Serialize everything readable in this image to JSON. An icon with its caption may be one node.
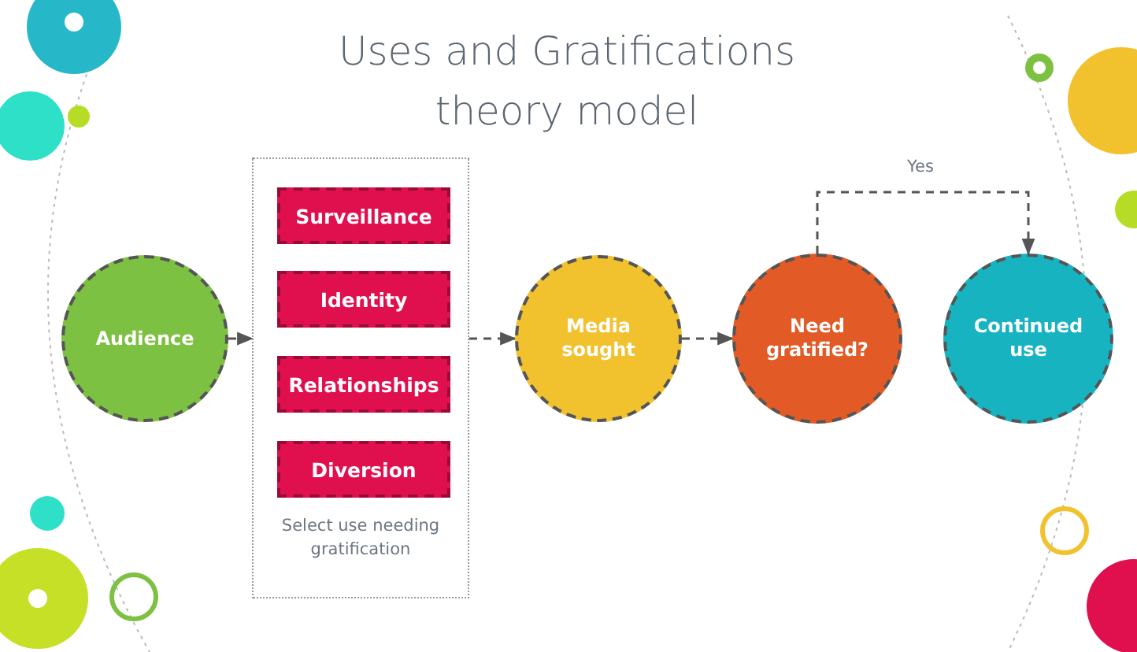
{
  "diagram": {
    "title": "Uses and Gratifications theory model",
    "nodes": [
      {
        "text": [
          "Audience"
        ]
      },
      {
        "text": [
          "Select use needing gratification"
        ]
      },
      {
        "text": [
          "Surveillance"
        ],
        "in": 1
      },
      {
        "text": [
          "Identity"
        ],
        "in": 1
      },
      {
        "text": [
          "Relationships"
        ],
        "in": 1
      },
      {
        "text": [
          "Diversion"
        ],
        "in": 1
      },
      {
        "text": [
          "Media sought"
        ]
      },
      {
        "text": [
          "Need gratified?"
        ]
      },
      {
        "text": [
          "Continued use"
        ]
      }
    ],
    "edges": [
      {
        "from": 0,
        "to": 1,
        "arrow": "to",
        "style": "dashed"
      },
      {
        "from": 1,
        "to": 6,
        "arrow": "to",
        "style": "dashed"
      },
      {
        "from": 6,
        "to": 7,
        "arrow": "to",
        "style": "dashed"
      },
      {
        "from": 7,
        "to": 8,
        "arrow": "to",
        "style": "dashed",
        "label": "Yes"
      }
    ]
  }
}
